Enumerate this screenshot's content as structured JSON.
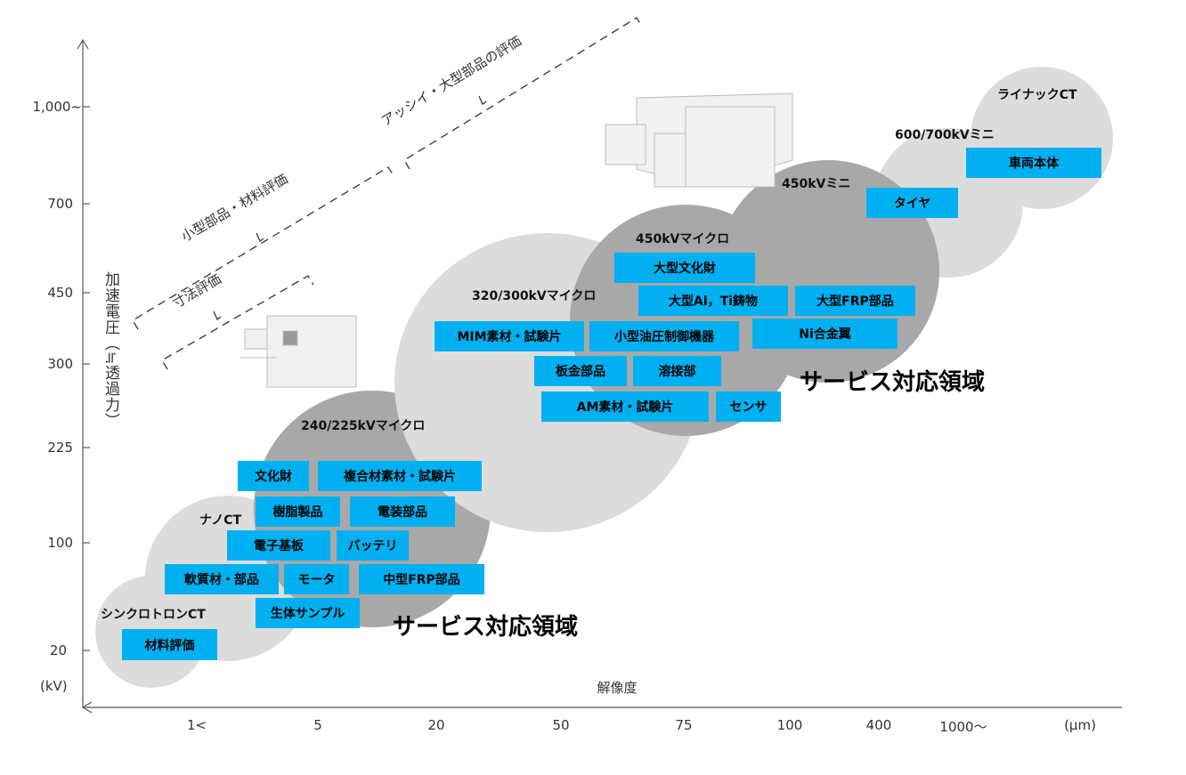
{
  "y_axis": {
    "title": "加速電圧（≒透過力）",
    "unit": "(kV)",
    "ticks": [
      "1,000~",
      "700",
      "450",
      "300",
      "225",
      "100",
      "20"
    ]
  },
  "x_axis": {
    "title": "解像度",
    "unit": "(μm)",
    "ticks": [
      "1<",
      "5",
      "20",
      "50",
      "75",
      "100",
      "400",
      "1000〜"
    ]
  },
  "brackets": {
    "dimension": "寸法評価",
    "small_parts": "小型部品・材料評価",
    "assembly": "アッシイ・大型部品の評価"
  },
  "service_label": "サービス対応領域",
  "categories": [
    {
      "name": "シンクロトロンCT",
      "items": [
        "材料評価"
      ]
    },
    {
      "name": "ナノCT",
      "items": [
        "電子基板",
        "軟質材・部品",
        "樹脂製品"
      ]
    },
    {
      "name": "240/225kVマイクロ",
      "items": [
        "文化財",
        "複合材素材・試験片",
        "電装部品",
        "バッテリ",
        "モータ",
        "中型FRP部品",
        "生体サンプル"
      ]
    },
    {
      "name": "320/300kVマイクロ",
      "items": [
        "MIM素材・試験片",
        "板金部品",
        "AM素材・試験片"
      ]
    },
    {
      "name": "450kVマイクロ",
      "items": [
        "大型文化財",
        "大型Al，Ti鋳物",
        "小型油圧制御機器",
        "溶接部",
        "センサ"
      ]
    },
    {
      "name": "450kVミニ",
      "items": [
        "大型FRP部品",
        "Ni合金翼",
        "タイヤ"
      ]
    },
    {
      "name": "600/700kVミニ",
      "items": []
    },
    {
      "name": "ライナックCT",
      "items": [
        "車両本体"
      ]
    }
  ],
  "colors": {
    "box": "#00b0f0",
    "light_circle": "#dcdcdc",
    "dark_circle": "#a8a8a8"
  }
}
